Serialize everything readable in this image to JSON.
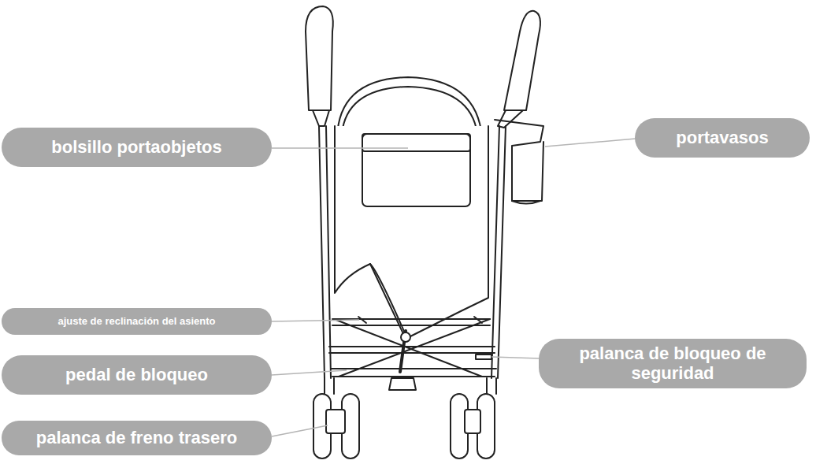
{
  "diagram": {
    "nodes": [
      {
        "text": [
          "bolsillo portaobjetos"
        ]
      },
      {
        "text": [
          "portavasos"
        ]
      },
      {
        "text": [
          "ajuste de reclinación del asiento"
        ]
      },
      {
        "text": [
          "palanca de bloqueo de seguridad"
        ]
      },
      {
        "text": [
          "pedal de bloqueo"
        ]
      },
      {
        "text": [
          "palanca de freno trasero"
        ]
      }
    ]
  }
}
